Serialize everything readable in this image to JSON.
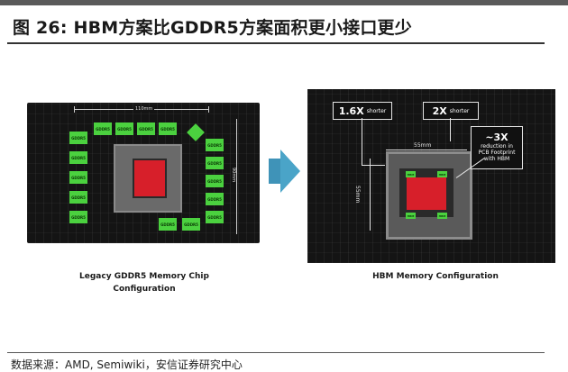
{
  "title": "图 26:  HBM方案比GDDR5方案面积更小接口更少",
  "left_figure": {
    "width_dim": "110mm",
    "height_dim": "90mm",
    "chip_label": "GDDR5",
    "caption_line1": "Legacy GDDR5 Memory Chip",
    "caption_line2": "Configuration"
  },
  "right_figure": {
    "callout_16x_big": "1.6X",
    "callout_16x_small": "shorter",
    "callout_2x_big": "2X",
    "callout_2x_small": "shorter",
    "callout_3x_big": "~3X",
    "callout_3x_line1": "reduction in",
    "callout_3x_line2": "PCB Footprint",
    "callout_3x_line3": "with HBM",
    "width_dim": "55mm",
    "height_dim": "55mm",
    "hbm_label": "HBM",
    "caption": "HBM Memory Configuration"
  },
  "source": "数据来源：AMD, Semiwiki，安信证券研究中心"
}
